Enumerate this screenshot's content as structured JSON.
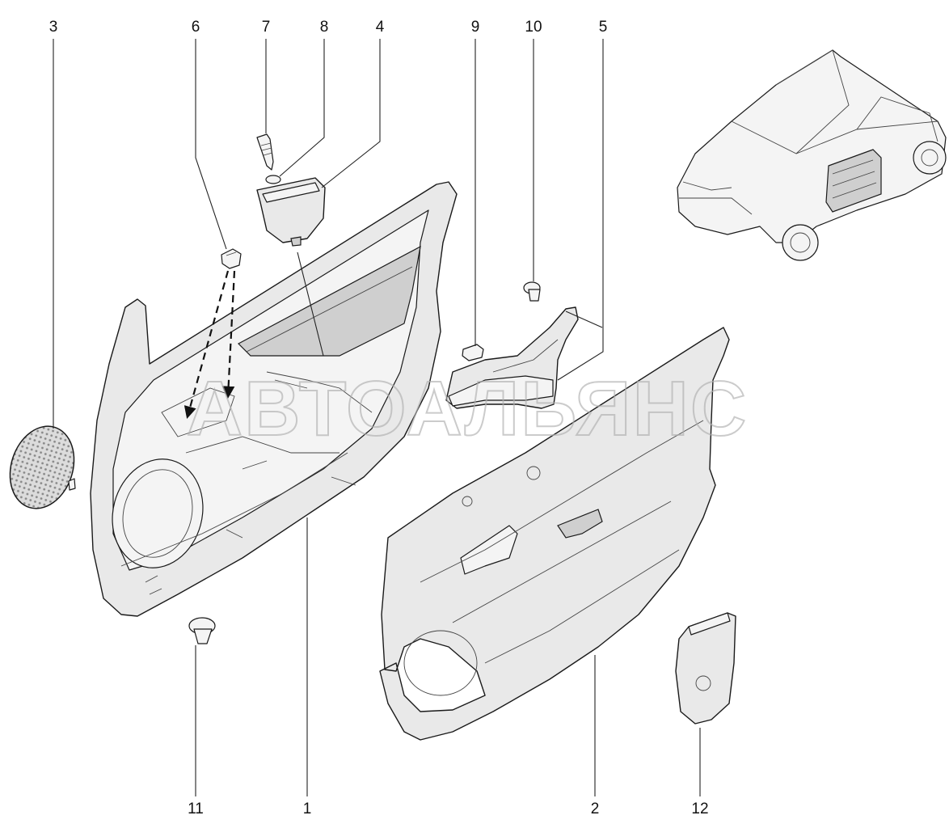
{
  "watermark": "АВТОАЛЬЯНС",
  "callouts": [
    "3",
    "6",
    "7",
    "8",
    "4",
    "9",
    "10",
    "5",
    "11",
    "1",
    "2",
    "12"
  ]
}
